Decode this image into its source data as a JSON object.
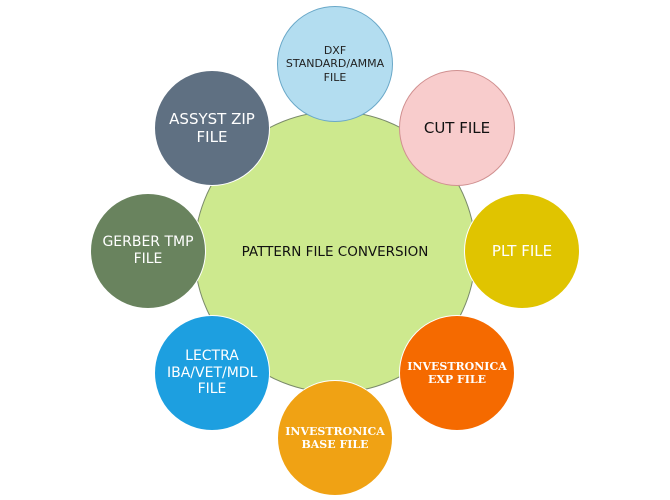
{
  "center": {
    "label": "PATTERN FILE CONVERSION",
    "color": "#cde98e"
  },
  "nodes": [
    {
      "label": "DXF STANDARD/AMMA FILE",
      "color": "#b3ddf0",
      "text_color": "#222222"
    },
    {
      "label": "CUT FILE",
      "color": "#f8cccc",
      "text_color": "#111111"
    },
    {
      "label": "PLT FILE",
      "color": "#e0c400",
      "text_color": "#ffffff"
    },
    {
      "label": "INVESTRONICA EXP FILE",
      "color": "#f56a00",
      "text_color": "#ffffff"
    },
    {
      "label": "INVESTRONICA BASE FILE",
      "color": "#f0a214",
      "text_color": "#ffffff"
    },
    {
      "label": "LECTRA IBA/VET/MDL FILE",
      "color": "#1d9fe0",
      "text_color": "#ffffff"
    },
    {
      "label": "GERBER TMP FILE",
      "color": "#69835e",
      "text_color": "#ffffff"
    },
    {
      "label": "ASSYST ZIP FILE",
      "color": "#5f7082",
      "text_color": "#ffffff"
    }
  ]
}
